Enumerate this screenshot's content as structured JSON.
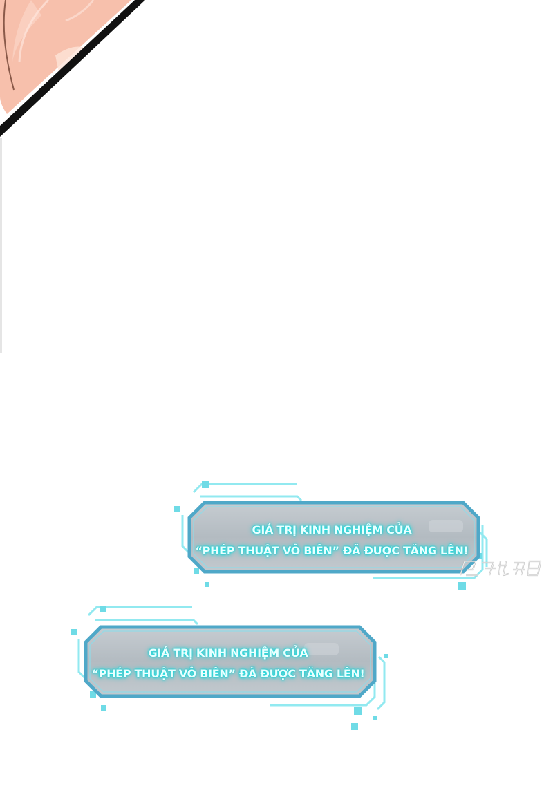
{
  "colors": {
    "background": "#ffffff",
    "skin": "#f8c2ae",
    "skin_highlight": "#fbd8cb",
    "border_dark": "#111111",
    "panel_fill": "#b9c0c5",
    "panel_border": "#56b3cf",
    "glow_cyan": "#20e8e8",
    "text": "#e9ffff"
  },
  "top_corner": {
    "icon": "skin-drawing"
  },
  "notifications": [
    {
      "line1": "GIÁ TRỊ KINH NGHIỆM CỦA",
      "line2": "“PHÉP THUẬT VÔ BIÊN” ĐÃ ĐƯỢC TĂNG LÊN!"
    },
    {
      "line1": "GIÁ TRỊ KINH NGHIỆM CỦA",
      "line2": "“PHÉP THUẬT VÔ BIÊN” ĐÃ ĐƯỢC TĂNG LÊN!"
    }
  ],
  "watermark": {
    "icon": "logo-watermark"
  }
}
